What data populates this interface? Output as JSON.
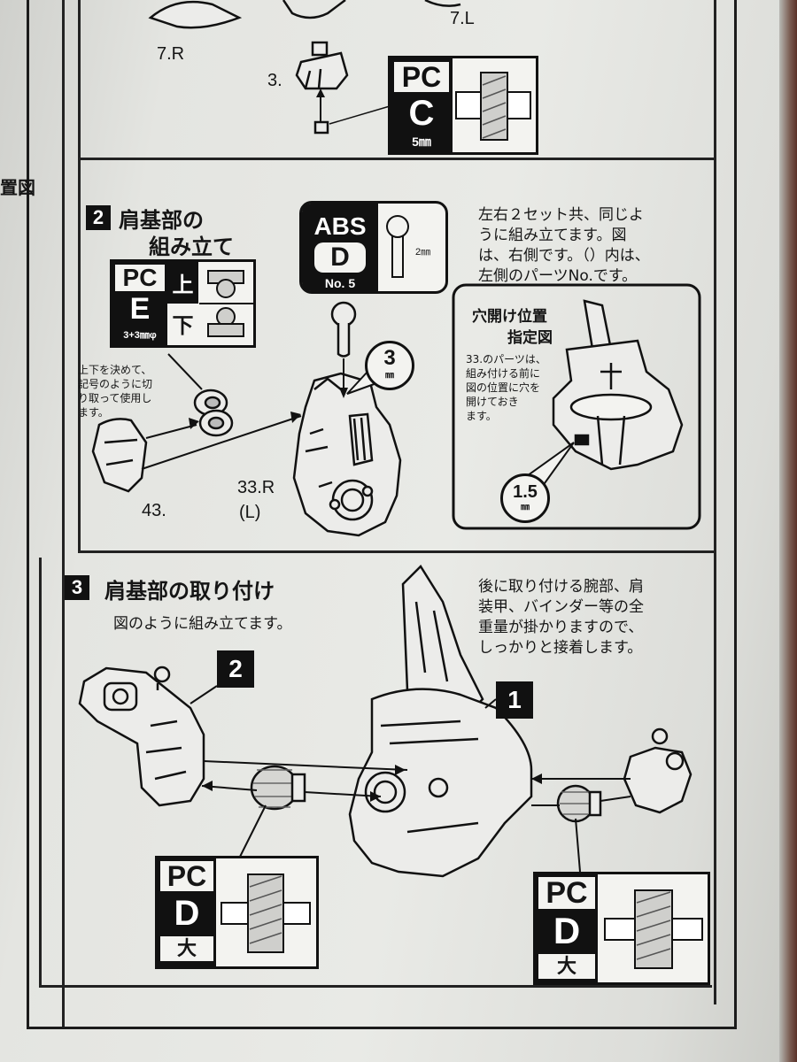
{
  "top_section": {
    "part_labels": [
      "7.R",
      "7.L",
      "3."
    ],
    "pc_block": {
      "material": "PC",
      "code": "C",
      "size": "5㎜"
    }
  },
  "step2": {
    "number": "2",
    "title_line1": "肩基部の",
    "title_line2": "組み立て",
    "instruction_lines": [
      "左右２セット共、同じよ",
      "うに組み立てます。図",
      "は、右側です。（）内は、",
      "左側のパーツNo.です。"
    ],
    "pc_block": {
      "material": "PC",
      "code": "E",
      "size": "3+3㎜φ",
      "top_label": "上",
      "bottom_label": "下"
    },
    "abs_block": {
      "material": "ABS",
      "code": "D",
      "number": "No. 5",
      "size": "2㎜"
    },
    "cut_note_lines": [
      "上下を決めて、",
      "記号のように切",
      "り取って使用し",
      "ます。"
    ],
    "drill_size": {
      "value": "3",
      "unit": "㎜"
    },
    "part_labels": {
      "left": "43.",
      "main": "33.R",
      "main_alt": "(L)"
    },
    "inset": {
      "title_line1": "穴開け位置",
      "title_line2": "指定図",
      "note_lines": [
        "33.のパーツは、",
        "組み付ける前に",
        "図の位置に穴を",
        "開けておき",
        "ます。"
      ],
      "drill_size": {
        "value": "1.5",
        "unit": "㎜"
      }
    }
  },
  "step3": {
    "number": "3",
    "title": "肩基部の取り付け",
    "subtitle": "図のように組み立てます。",
    "note_lines": [
      "後に取り付ける腕部、肩",
      "装甲、バインダー等の全",
      "重量が掛かりますので、",
      "しっかりと接着します。"
    ],
    "ref_left": "2",
    "ref_right": "1",
    "pc_block_left": {
      "material": "PC",
      "code": "D",
      "size": "大"
    },
    "pc_block_right": {
      "material": "PC",
      "code": "D",
      "size": "大"
    }
  },
  "side_fragments": {
    "left_top": "置図"
  }
}
